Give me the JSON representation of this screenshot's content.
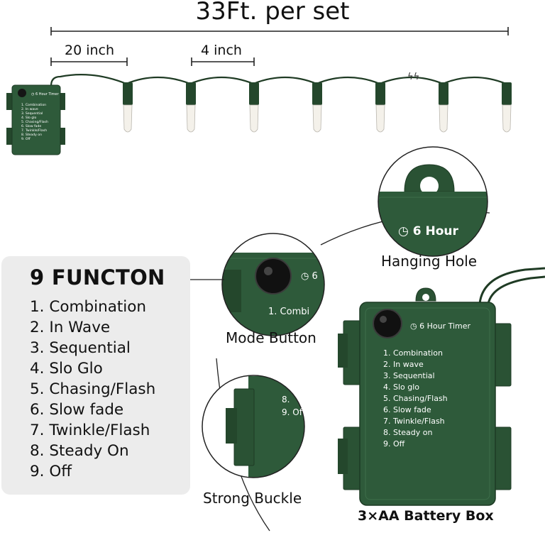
{
  "title": "33Ft. per set",
  "dimensions": {
    "spacing_lead": "20 inch",
    "spacing_bulb": "4 inch"
  },
  "functions_panel": {
    "heading": "9 FUNCTON",
    "items": [
      "1. Combination",
      "2. In Wave",
      "3. Sequential",
      "4. Slo Glo",
      "5. Chasing/Flash",
      "6. Slow fade",
      "7. Twinkle/Flash",
      "8. Steady On",
      "9. Off"
    ]
  },
  "callouts": {
    "hanging_hole": "Hanging Hole",
    "mode_button": "Mode Button",
    "strong_buckle": "Strong Buckle",
    "battery_box": "3×AA Battery Box"
  },
  "battery_box": {
    "timer_label": "6 Hour Timer",
    "modes": [
      "1. Combination",
      "2. In wave",
      "3. Sequential",
      "4. Slo glo",
      "5. Chasing/Flash",
      "6. Slow fade",
      "7. Twinkle/Flash",
      "8. Steady on",
      "9. Off"
    ]
  },
  "zoom_views": {
    "hanging_hole_text": "6 Hour",
    "mode_button_texts": [
      "6",
      "1. Combi"
    ],
    "buckle_texts": [
      "8.",
      "9. Of"
    ]
  },
  "colors": {
    "box_green": "#2e5a3a",
    "box_dark": "#244a30",
    "wire": "#1f3b24",
    "bulb": "#f4f1ea",
    "panel_bg": "#ececec"
  }
}
